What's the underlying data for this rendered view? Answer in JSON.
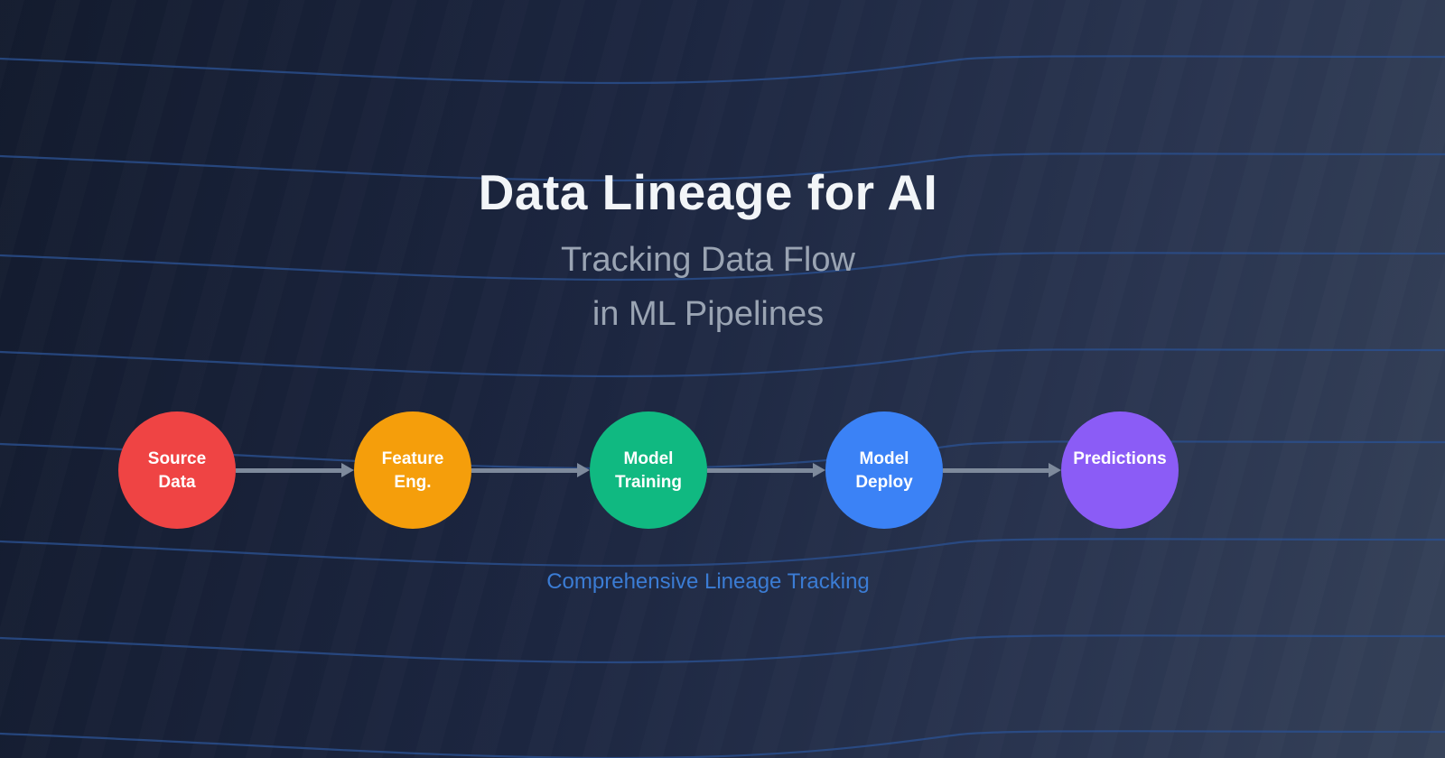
{
  "theme": {
    "background_start": "#131b2e",
    "background_end": "#354158",
    "wave_line_color": "#2b5090",
    "title_color": "#f2f5f8",
    "subtitle_color": "#9aa4b3",
    "caption_color": "#3b7cd4",
    "arrow_color": "#7e8a9c",
    "node_label_color": "#ffffff"
  },
  "slide": {
    "title": "Data Lineage for AI",
    "subtitle_line1": "Tracking Data Flow",
    "subtitle_line2": "in ML Pipelines",
    "caption": "Comprehensive Lineage Tracking"
  },
  "pipeline": {
    "nodes": [
      {
        "id": "source-data",
        "lines": [
          "Source",
          "Data"
        ],
        "color": "#ef4444"
      },
      {
        "id": "feature-eng",
        "lines": [
          "Feature",
          "Eng."
        ],
        "color": "#f59e0b"
      },
      {
        "id": "model-training",
        "lines": [
          "Model",
          "Training"
        ],
        "color": "#10b981"
      },
      {
        "id": "model-deploy",
        "lines": [
          "Model",
          "Deploy"
        ],
        "color": "#3b82f6"
      },
      {
        "id": "predictions",
        "lines": [
          "Predictions"
        ],
        "color": "#8b5cf6"
      }
    ]
  }
}
